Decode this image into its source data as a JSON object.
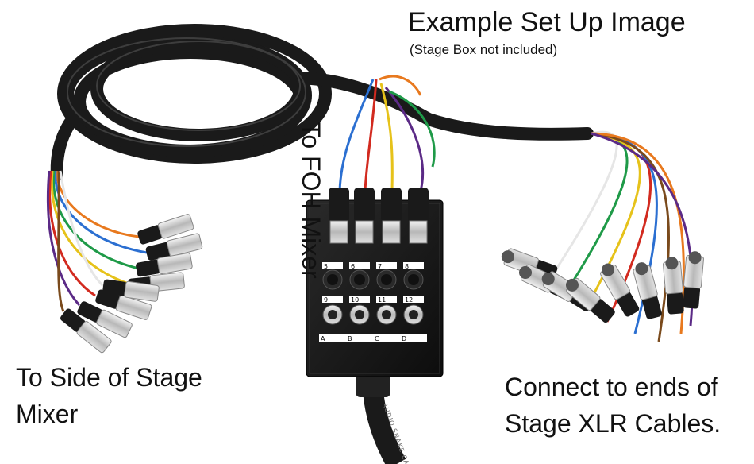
{
  "heading": {
    "title": "Example Set Up Image",
    "subtitle": "(Stage Box not included)"
  },
  "captions": {
    "left": "To Side of Stage Mixer",
    "right": "Connect to ends of Stage XLR Cables.",
    "vertical": "To FOH Mixer"
  },
  "stage_box": {
    "row_top_labels": [
      "5",
      "6",
      "7",
      "8"
    ],
    "row_mid_labels": [
      "9",
      "10",
      "11",
      "12"
    ],
    "return_labels": [
      "A",
      "B",
      "C",
      "D"
    ],
    "cable_print": "AUDIO SNAKE CABLE"
  },
  "colors": {
    "cable_black": "#1a1a1a",
    "metal": "#c9c9c9",
    "wire_red": "#d22a1f",
    "wire_blue": "#2b6fd1",
    "wire_green": "#1f9a48",
    "wire_yellow": "#e6c21a",
    "wire_orange": "#e8791e",
    "wire_purple": "#5b2a86",
    "wire_brown": "#7a4a1c",
    "wire_white": "#e6e6e6"
  }
}
